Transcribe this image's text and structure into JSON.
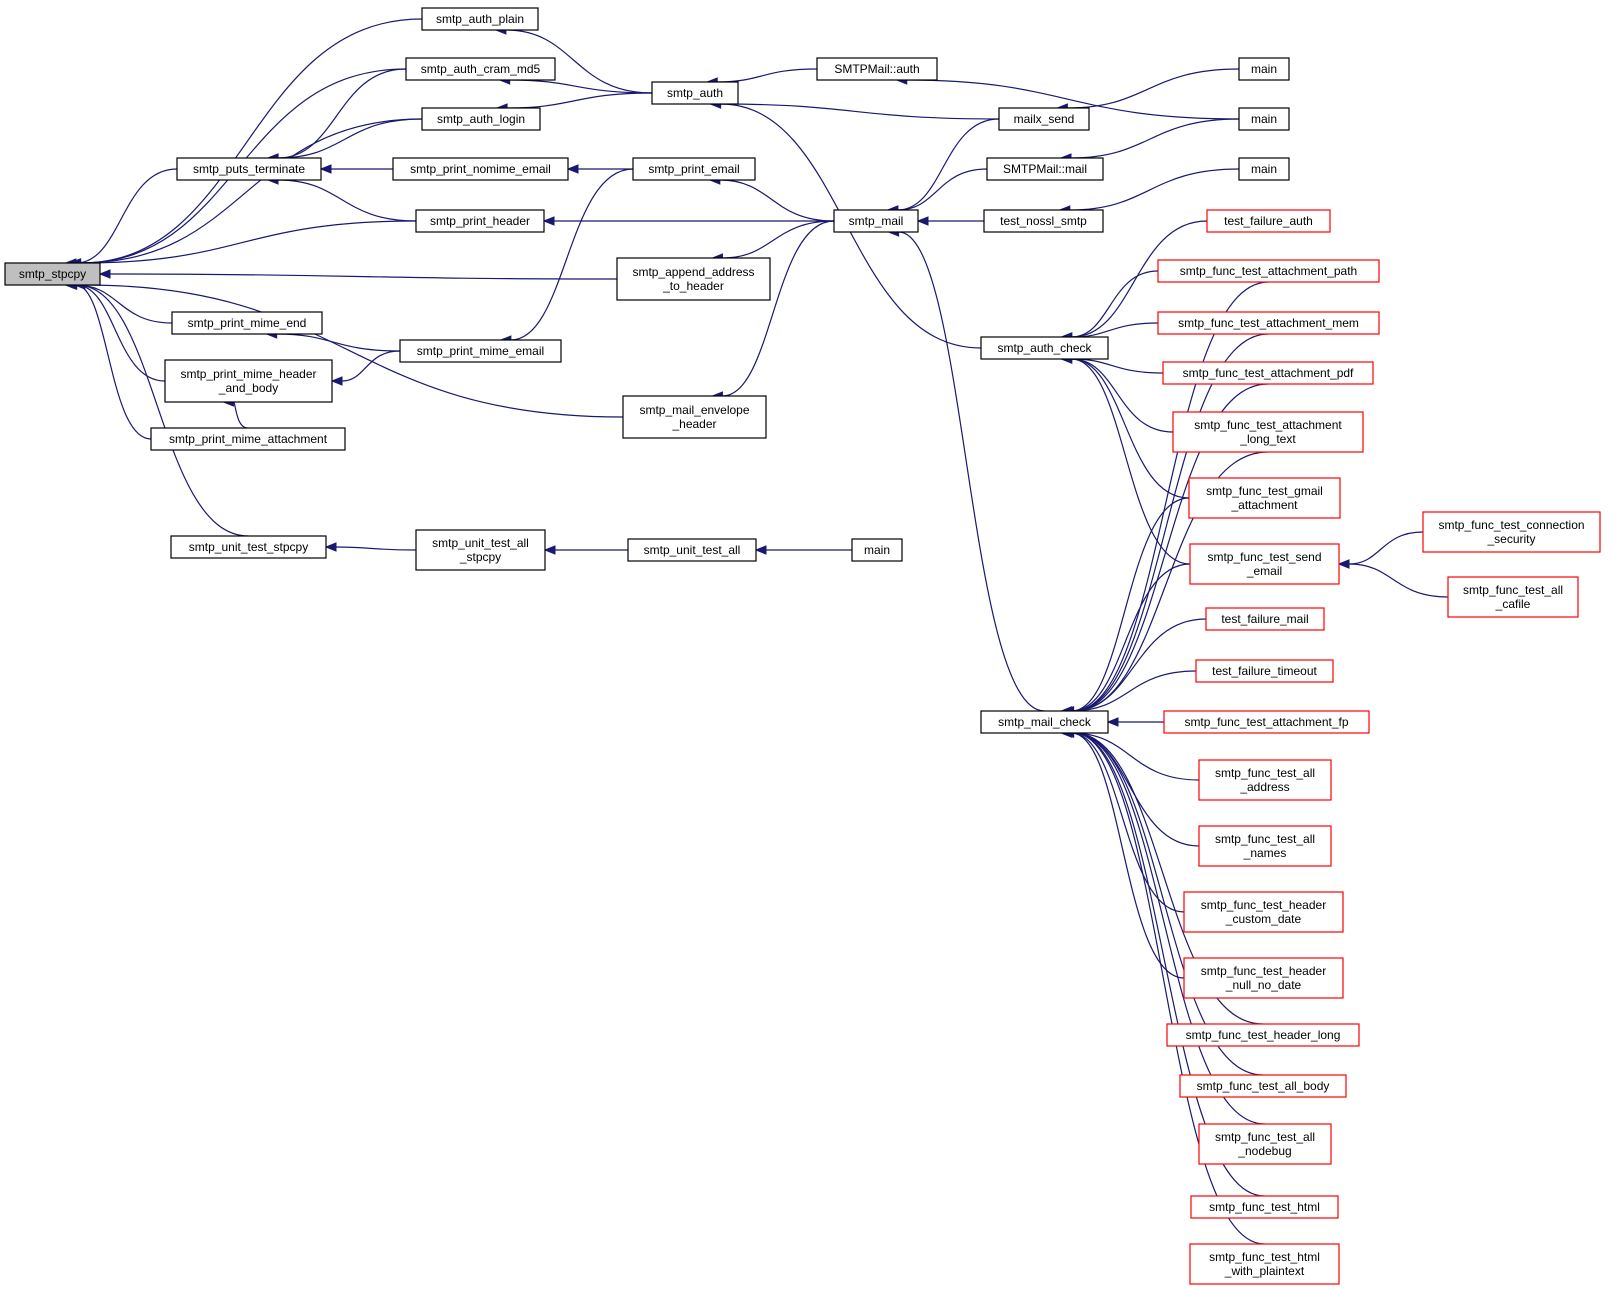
{
  "nodes": [
    {
      "id": "smtp_stpcpy",
      "lines": [
        "smtp_stpcpy"
      ],
      "style": "focus"
    },
    {
      "id": "smtp_auth_plain",
      "lines": [
        "smtp_auth_plain"
      ],
      "style": "normal"
    },
    {
      "id": "smtp_auth_cram_md5",
      "lines": [
        "smtp_auth_cram_md5"
      ],
      "style": "normal"
    },
    {
      "id": "smtp_auth_login",
      "lines": [
        "smtp_auth_login"
      ],
      "style": "normal"
    },
    {
      "id": "smtp_puts_terminate",
      "lines": [
        "smtp_puts_terminate"
      ],
      "style": "normal"
    },
    {
      "id": "smtp_print_nomime_email",
      "lines": [
        "smtp_print_nomime_email"
      ],
      "style": "normal"
    },
    {
      "id": "smtp_print_header",
      "lines": [
        "smtp_print_header"
      ],
      "style": "normal"
    },
    {
      "id": "smtp_append_address_to_header",
      "lines": [
        "smtp_append_address",
        "_to_header"
      ],
      "style": "normal"
    },
    {
      "id": "smtp_print_mime_end",
      "lines": [
        "smtp_print_mime_end"
      ],
      "style": "normal"
    },
    {
      "id": "smtp_print_mime_email",
      "lines": [
        "smtp_print_mime_email"
      ],
      "style": "normal"
    },
    {
      "id": "smtp_print_mime_header_and_body",
      "lines": [
        "smtp_print_mime_header",
        "_and_body"
      ],
      "style": "normal"
    },
    {
      "id": "smtp_print_mime_attachment",
      "lines": [
        "smtp_print_mime_attachment"
      ],
      "style": "normal"
    },
    {
      "id": "smtp_mail_envelope_header",
      "lines": [
        "smtp_mail_envelope",
        "_header"
      ],
      "style": "normal"
    },
    {
      "id": "smtp_unit_test_stpcpy",
      "lines": [
        "smtp_unit_test_stpcpy"
      ],
      "style": "normal"
    },
    {
      "id": "smtp_unit_test_all_stpcpy",
      "lines": [
        "smtp_unit_test_all",
        "_stpcpy"
      ],
      "style": "normal"
    },
    {
      "id": "smtp_unit_test_all",
      "lines": [
        "smtp_unit_test_all"
      ],
      "style": "normal"
    },
    {
      "id": "main_unit",
      "lines": [
        "main"
      ],
      "style": "normal"
    },
    {
      "id": "smtp_auth",
      "lines": [
        "smtp_auth"
      ],
      "style": "normal"
    },
    {
      "id": "smtp_print_email",
      "lines": [
        "smtp_print_email"
      ],
      "style": "normal"
    },
    {
      "id": "smtp_mail",
      "lines": [
        "smtp_mail"
      ],
      "style": "normal"
    },
    {
      "id": "SMTPMail_auth",
      "lines": [
        "SMTPMail::auth"
      ],
      "style": "normal"
    },
    {
      "id": "mailx_send",
      "lines": [
        "mailx_send"
      ],
      "style": "normal"
    },
    {
      "id": "SMTPMail_mail",
      "lines": [
        "SMTPMail::mail"
      ],
      "style": "normal"
    },
    {
      "id": "test_nossl_smtp",
      "lines": [
        "test_nossl_smtp"
      ],
      "style": "normal"
    },
    {
      "id": "main_1",
      "lines": [
        "main"
      ],
      "style": "normal"
    },
    {
      "id": "main_2",
      "lines": [
        "main"
      ],
      "style": "normal"
    },
    {
      "id": "main_3",
      "lines": [
        "main"
      ],
      "style": "normal"
    },
    {
      "id": "smtp_auth_check",
      "lines": [
        "smtp_auth_check"
      ],
      "style": "normal"
    },
    {
      "id": "smtp_mail_check",
      "lines": [
        "smtp_mail_check"
      ],
      "style": "normal"
    },
    {
      "id": "test_failure_auth",
      "lines": [
        "test_failure_auth"
      ],
      "style": "red"
    },
    {
      "id": "smtp_func_test_attachment_path",
      "lines": [
        "smtp_func_test_attachment_path"
      ],
      "style": "red"
    },
    {
      "id": "smtp_func_test_attachment_mem",
      "lines": [
        "smtp_func_test_attachment_mem"
      ],
      "style": "red"
    },
    {
      "id": "smtp_func_test_attachment_pdf",
      "lines": [
        "smtp_func_test_attachment_pdf"
      ],
      "style": "red"
    },
    {
      "id": "smtp_func_test_attachment_long_text",
      "lines": [
        "smtp_func_test_attachment",
        "_long_text"
      ],
      "style": "red"
    },
    {
      "id": "smtp_func_test_gmail_attachment",
      "lines": [
        "smtp_func_test_gmail",
        "_attachment"
      ],
      "style": "red"
    },
    {
      "id": "smtp_func_test_send_email",
      "lines": [
        "smtp_func_test_send",
        "_email"
      ],
      "style": "red"
    },
    {
      "id": "smtp_func_test_connection_security",
      "lines": [
        "smtp_func_test_connection",
        "_security"
      ],
      "style": "red"
    },
    {
      "id": "smtp_func_test_all_cafile",
      "lines": [
        "smtp_func_test_all",
        "_cafile"
      ],
      "style": "red"
    },
    {
      "id": "test_failure_mail",
      "lines": [
        "test_failure_mail"
      ],
      "style": "red"
    },
    {
      "id": "test_failure_timeout",
      "lines": [
        "test_failure_timeout"
      ],
      "style": "red"
    },
    {
      "id": "smtp_func_test_attachment_fp",
      "lines": [
        "smtp_func_test_attachment_fp"
      ],
      "style": "red"
    },
    {
      "id": "smtp_func_test_all_address",
      "lines": [
        "smtp_func_test_all",
        "_address"
      ],
      "style": "red"
    },
    {
      "id": "smtp_func_test_all_names",
      "lines": [
        "smtp_func_test_all",
        "_names"
      ],
      "style": "red"
    },
    {
      "id": "smtp_func_test_header_custom_date",
      "lines": [
        "smtp_func_test_header",
        "_custom_date"
      ],
      "style": "red"
    },
    {
      "id": "smtp_func_test_header_null_no_date",
      "lines": [
        "smtp_func_test_header",
        "_null_no_date"
      ],
      "style": "red"
    },
    {
      "id": "smtp_func_test_header_long",
      "lines": [
        "smtp_func_test_header_long"
      ],
      "style": "red"
    },
    {
      "id": "smtp_func_test_all_body",
      "lines": [
        "smtp_func_test_all_body"
      ],
      "style": "red"
    },
    {
      "id": "smtp_func_test_all_nodebug",
      "lines": [
        "smtp_func_test_all",
        "_nodebug"
      ],
      "style": "red"
    },
    {
      "id": "smtp_func_test_html",
      "lines": [
        "smtp_func_test_html"
      ],
      "style": "red"
    },
    {
      "id": "smtp_func_test_html_with_plaintext",
      "lines": [
        "smtp_func_test_html",
        "_with_plaintext"
      ],
      "style": "red"
    }
  ],
  "edges": [
    [
      "smtp_auth_plain",
      "smtp_stpcpy"
    ],
    [
      "smtp_auth_cram_md5",
      "smtp_stpcpy"
    ],
    [
      "smtp_auth_login",
      "smtp_stpcpy"
    ],
    [
      "smtp_puts_terminate",
      "smtp_stpcpy"
    ],
    [
      "smtp_print_header",
      "smtp_stpcpy"
    ],
    [
      "smtp_append_address_to_header",
      "smtp_stpcpy"
    ],
    [
      "smtp_print_mime_end",
      "smtp_stpcpy"
    ],
    [
      "smtp_print_mime_header_and_body",
      "smtp_stpcpy"
    ],
    [
      "smtp_print_mime_attachment",
      "smtp_stpcpy"
    ],
    [
      "smtp_mail_envelope_header",
      "smtp_stpcpy"
    ],
    [
      "smtp_unit_test_stpcpy",
      "smtp_stpcpy"
    ],
    [
      "smtp_auth_cram_md5",
      "smtp_puts_terminate"
    ],
    [
      "smtp_auth_login",
      "smtp_puts_terminate"
    ],
    [
      "smtp_print_nomime_email",
      "smtp_puts_terminate"
    ],
    [
      "smtp_print_header",
      "smtp_puts_terminate"
    ],
    [
      "smtp_print_mime_attachment",
      "smtp_print_mime_header_and_body"
    ],
    [
      "smtp_auth",
      "smtp_auth_plain"
    ],
    [
      "smtp_auth",
      "smtp_auth_cram_md5"
    ],
    [
      "smtp_auth",
      "smtp_auth_login"
    ],
    [
      "smtp_print_email",
      "smtp_print_nomime_email"
    ],
    [
      "smtp_mail",
      "smtp_print_header"
    ],
    [
      "smtp_mail",
      "smtp_append_address_to_header"
    ],
    [
      "smtp_print_mime_email",
      "smtp_print_mime_end"
    ],
    [
      "smtp_print_mime_email",
      "smtp_print_mime_header_and_body"
    ],
    [
      "smtp_print_email",
      "smtp_print_mime_email"
    ],
    [
      "smtp_mail",
      "smtp_mail_envelope_header"
    ],
    [
      "smtp_unit_test_all_stpcpy",
      "smtp_unit_test_stpcpy"
    ],
    [
      "smtp_unit_test_all",
      "smtp_unit_test_all_stpcpy"
    ],
    [
      "main_unit",
      "smtp_unit_test_all"
    ],
    [
      "SMTPMail_auth",
      "smtp_auth"
    ],
    [
      "mailx_send",
      "smtp_auth"
    ],
    [
      "smtp_auth_check",
      "smtp_auth"
    ],
    [
      "smtp_mail",
      "smtp_print_email"
    ],
    [
      "mailx_send",
      "smtp_mail"
    ],
    [
      "SMTPMail_mail",
      "smtp_mail"
    ],
    [
      "test_nossl_smtp",
      "smtp_mail"
    ],
    [
      "smtp_mail_check",
      "smtp_mail"
    ],
    [
      "main_1",
      "mailx_send"
    ],
    [
      "main_2",
      "SMTPMail_auth"
    ],
    [
      "main_2",
      "SMTPMail_mail"
    ],
    [
      "main_3",
      "test_nossl_smtp"
    ],
    [
      "test_failure_auth",
      "smtp_auth_check"
    ],
    [
      "smtp_func_test_attachment_path",
      "smtp_auth_check"
    ],
    [
      "smtp_func_test_attachment_mem",
      "smtp_auth_check"
    ],
    [
      "smtp_func_test_attachment_pdf",
      "smtp_auth_check"
    ],
    [
      "smtp_func_test_attachment_long_text",
      "smtp_auth_check"
    ],
    [
      "smtp_func_test_gmail_attachment",
      "smtp_auth_check"
    ],
    [
      "smtp_func_test_send_email",
      "smtp_auth_check"
    ],
    [
      "smtp_func_test_attachment_path",
      "smtp_mail_check"
    ],
    [
      "smtp_func_test_attachment_mem",
      "smtp_mail_check"
    ],
    [
      "smtp_func_test_attachment_pdf",
      "smtp_mail_check"
    ],
    [
      "smtp_func_test_attachment_long_text",
      "smtp_mail_check"
    ],
    [
      "smtp_func_test_gmail_attachment",
      "smtp_mail_check"
    ],
    [
      "smtp_func_test_send_email",
      "smtp_mail_check"
    ],
    [
      "test_failure_mail",
      "smtp_mail_check"
    ],
    [
      "test_failure_timeout",
      "smtp_mail_check"
    ],
    [
      "smtp_func_test_attachment_fp",
      "smtp_mail_check"
    ],
    [
      "smtp_func_test_all_address",
      "smtp_mail_check"
    ],
    [
      "smtp_func_test_all_names",
      "smtp_mail_check"
    ],
    [
      "smtp_func_test_header_custom_date",
      "smtp_mail_check"
    ],
    [
      "smtp_func_test_header_null_no_date",
      "smtp_mail_check"
    ],
    [
      "smtp_func_test_header_long",
      "smtp_mail_check"
    ],
    [
      "smtp_func_test_all_body",
      "smtp_mail_check"
    ],
    [
      "smtp_func_test_all_nodebug",
      "smtp_mail_check"
    ],
    [
      "smtp_func_test_html",
      "smtp_mail_check"
    ],
    [
      "smtp_func_test_html_with_plaintext",
      "smtp_mail_check"
    ],
    [
      "smtp_func_test_connection_security",
      "smtp_func_test_send_email"
    ],
    [
      "smtp_func_test_all_cafile",
      "smtp_func_test_send_email"
    ]
  ],
  "colors": {
    "edge": "#191970",
    "focus_fill": "#bfbfbf",
    "normal_border": "#000000",
    "red_border": "#ff0000"
  }
}
